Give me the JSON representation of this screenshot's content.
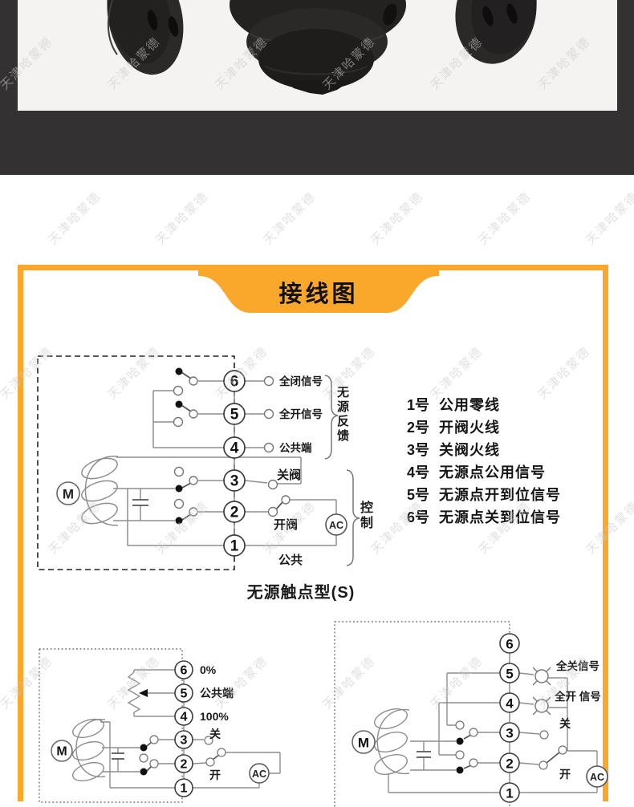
{
  "watermark": {
    "text": "天津哈蒙德"
  },
  "banner": {
    "title": "接线图"
  },
  "colors": {
    "accent": "#F9A82B",
    "dark_bar": "#343132",
    "photo_bg": "#F4F3F1",
    "watermark": "#C9C9C9"
  },
  "main_diagram": {
    "terminals": [
      "6",
      "5",
      "4",
      "3",
      "2",
      "1"
    ],
    "labels": {
      "full_closed_signal": "全闭信号",
      "full_open_signal": "全开信号",
      "common_terminal": "公共端",
      "close_valve": "关阀",
      "open_valve": "开阀",
      "common": "公共",
      "ac": "AC",
      "motor": "M",
      "passive_feedback": "无源反馈",
      "control": "控制"
    },
    "caption": "无源触点型(S)"
  },
  "terminal_legend": {
    "items": [
      {
        "num": "1号",
        "label": "公用零线"
      },
      {
        "num": "2号",
        "label": "开阀火线"
      },
      {
        "num": "3号",
        "label": "关阀火线"
      },
      {
        "num": "4号",
        "label": "无源点公用信号"
      },
      {
        "num": "5号",
        "label": "无源点开到位信号"
      },
      {
        "num": "6号",
        "label": "无源点关到位信号"
      }
    ]
  },
  "bottom_left_diagram": {
    "terminals": [
      "6",
      "5",
      "4",
      "3",
      "2",
      "1"
    ],
    "labels": {
      "zero_percent": "0%",
      "common_terminal": "公共端",
      "hundred_percent": "100%",
      "close": "关",
      "open": "开",
      "ac": "AC",
      "motor": "M"
    }
  },
  "bottom_right_diagram": {
    "terminals": [
      "6",
      "5",
      "4",
      "3",
      "2",
      "1"
    ],
    "labels": {
      "full_closed_signal": "全关信号",
      "full_open_signal": "全开 信号",
      "close": "关",
      "open": "开",
      "ac": "AC",
      "motor": "M"
    }
  }
}
